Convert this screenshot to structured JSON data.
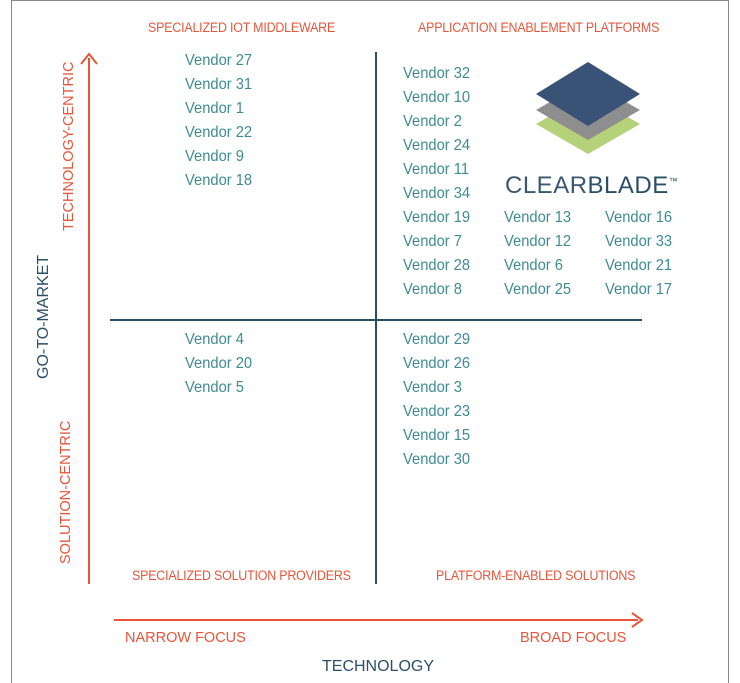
{
  "quadrants": {
    "top_left": {
      "title": "SPECIALIZED IOT MIDDLEWARE",
      "vendors": [
        "Vendor 27",
        "Vendor 31",
        "Vendor 1",
        "Vendor 22",
        "Vendor 9",
        "Vendor 18"
      ]
    },
    "top_right": {
      "title": "APPLICATION ENABLEMENT PLATFORMS",
      "col1": [
        "Vendor 32",
        "Vendor 10",
        "Vendor 2",
        "Vendor 24",
        "Vendor 11",
        "Vendor 34",
        "Vendor 19",
        "Vendor 7",
        "Vendor 28",
        "Vendor 8"
      ],
      "col2": [
        "Vendor 13",
        "Vendor 12",
        "Vendor 6",
        "Vendor 25"
      ],
      "col3": [
        "Vendor 16",
        "Vendor 33",
        "Vendor 21",
        "Vendor 17"
      ]
    },
    "bottom_left": {
      "title": "SPECIALIZED SOLUTION PROVIDERS",
      "vendors": [
        "Vendor 4",
        "Vendor 20",
        "Vendor 5"
      ]
    },
    "bottom_right": {
      "title": "PLATFORM-ENABLED SOLUTIONS",
      "vendors": [
        "Vendor 29",
        "Vendor 26",
        "Vendor 3",
        "Vendor 23",
        "Vendor 15",
        "Vendor 30"
      ]
    }
  },
  "axes": {
    "y_title": "GO-TO-MARKET",
    "y_top": "TECHNOLOGY-CENTRIC",
    "y_bottom": "SOLUTION-CENTRIC",
    "x_title": "TECHNOLOGY",
    "x_left": "NARROW FOCUS",
    "x_right": "BROAD FOCUS"
  },
  "logo": {
    "light": "CLEAR",
    "bold": "BLADE",
    "tm": "™"
  },
  "colors": {
    "accent": "#e8553a",
    "vendor_text": "#3f8b93",
    "dark": "#2c4f68",
    "logo_top": "#3a5275",
    "logo_mid": "#8e8e8e",
    "logo_bottom": "#b5d17a"
  }
}
